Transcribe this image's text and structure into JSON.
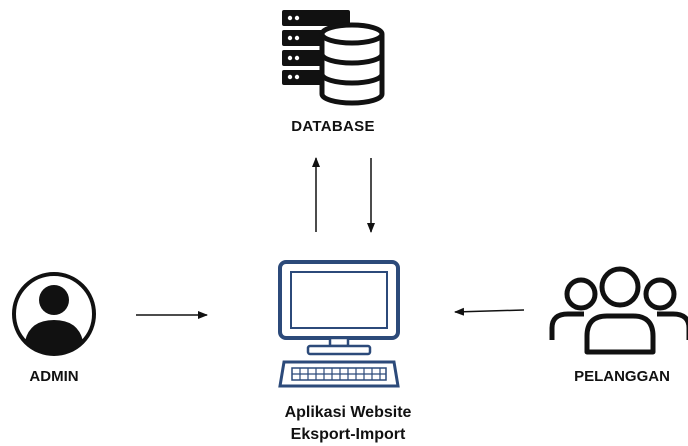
{
  "nodes": {
    "database": {
      "label": "DATABASE",
      "icon": "database-server-icon"
    },
    "admin": {
      "label": "ADMIN",
      "icon": "user-avatar-icon"
    },
    "pelanggan": {
      "label": "PELANGGAN",
      "icon": "user-group-icon"
    },
    "app": {
      "label_line1": "Aplikasi Website",
      "label_line2": "Eksport-Import",
      "icon": "desktop-computer-icon"
    }
  },
  "colors": {
    "ink": "#111111",
    "monitor_outline": "#2c4a7a",
    "screen": "#ffffff"
  }
}
